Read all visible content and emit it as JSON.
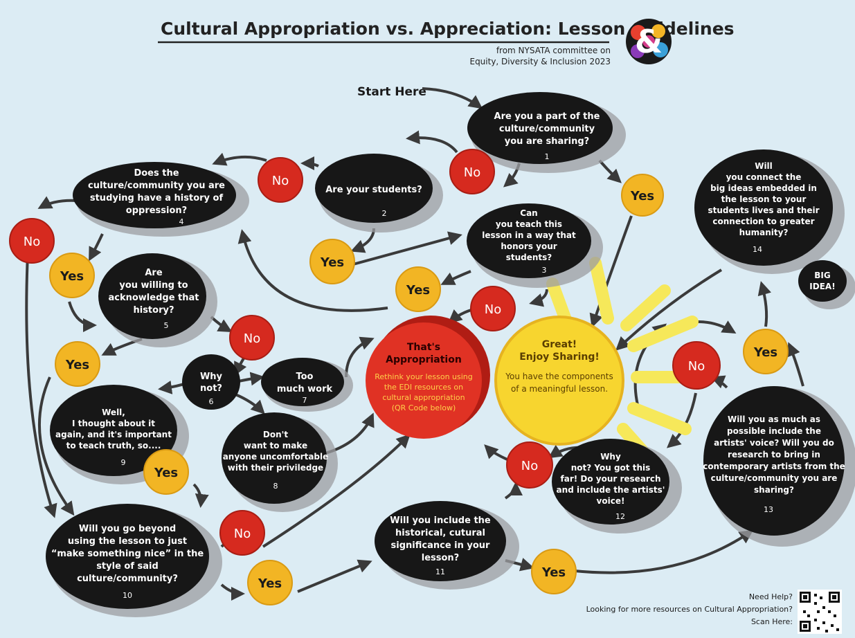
{
  "header": {
    "title": "Cultural Appropriation vs. Appreciation: Lesson Guidelines",
    "subtitle_line1": "from NYSATA committee on",
    "subtitle_line2": "Equity, Diversity & Inclusion 2023",
    "logo_glyph": "&"
  },
  "start_label": "Start Here",
  "colors": {
    "background": "#dcecf4",
    "question_bubble": "#171717",
    "yes_bubble": "#f2b524",
    "no_bubble": "#d62a1f",
    "appropriation_bubble": "#e03224",
    "sun": "#f7d52f",
    "sun_rays": "#f6e85a",
    "arrow": "#3a3a3a"
  },
  "questions": {
    "q1": {
      "lines": [
        "Are you a part of the",
        "culture/community",
        "you are sharing?"
      ],
      "num": "1"
    },
    "q2": {
      "lines": [
        "Are your students?"
      ],
      "num": "2"
    },
    "q3": {
      "lines": [
        "Can",
        "you teach this",
        "lesson in a way that",
        "honors your",
        "students?"
      ],
      "num": "3"
    },
    "q4": {
      "lines": [
        "Does the",
        "culture/community you are",
        "studying have a history of",
        "oppression?"
      ],
      "num": "4"
    },
    "q5": {
      "lines": [
        "Are",
        "you willing to",
        "acknowledge that",
        "history?"
      ],
      "num": "5"
    },
    "q6": {
      "lines": [
        "Why",
        "not?"
      ],
      "num": "6"
    },
    "q7": {
      "lines": [
        "Too",
        "much work"
      ],
      "num": "7"
    },
    "q8": {
      "lines": [
        "Don't",
        "want to make",
        "anyone uncomfortable",
        "with their priviledge"
      ],
      "num": "8"
    },
    "q9": {
      "lines": [
        "Well,",
        "I thought about it",
        "again, and it's important",
        "to teach truth, so...."
      ],
      "num": "9"
    },
    "q10": {
      "lines": [
        "Will you go beyond",
        "using the lesson to just",
        "“make something nice” in the",
        "style of said",
        "culture/community?"
      ],
      "num": "10"
    },
    "q11": {
      "lines": [
        "Will you include the",
        "historical, cutural",
        "significance in your",
        "lesson?"
      ],
      "num": "11"
    },
    "q12": {
      "lines": [
        "Why",
        "not? You got this",
        "far! Do your research",
        "and include the artists'",
        "voice!"
      ],
      "num": "12"
    },
    "q13": {
      "lines": [
        "Will you as much as",
        "possible include the",
        "artists' voice? Will you do",
        "research to bring in",
        "contemporary artists from the",
        "culture/community you are",
        "sharing?"
      ],
      "num": "13"
    },
    "q14": {
      "lines": [
        "Will",
        "you connect the",
        "big ideas embedded in",
        "the lesson to your",
        "students lives and their",
        "connection to greater",
        "humanity?"
      ],
      "num": "14"
    }
  },
  "big_idea": [
    "BIG",
    "IDEA!"
  ],
  "yes_label": "Yes",
  "no_label": "No",
  "appropriation": {
    "lines": [
      "That's",
      "Appropriation"
    ],
    "body": [
      "Rethink your lesson using",
      "the EDI resources on",
      "cultural appropriation",
      "(QR Code below)"
    ]
  },
  "great": {
    "lines": [
      "Great!",
      "Enjoy Sharing!"
    ],
    "body": [
      "You have the components",
      "of a meaningful lesson."
    ]
  },
  "help": {
    "line1": "Need Help?",
    "line2": "Looking for more resources on Cultural Appropriation?",
    "line3": "Scan Here:"
  }
}
